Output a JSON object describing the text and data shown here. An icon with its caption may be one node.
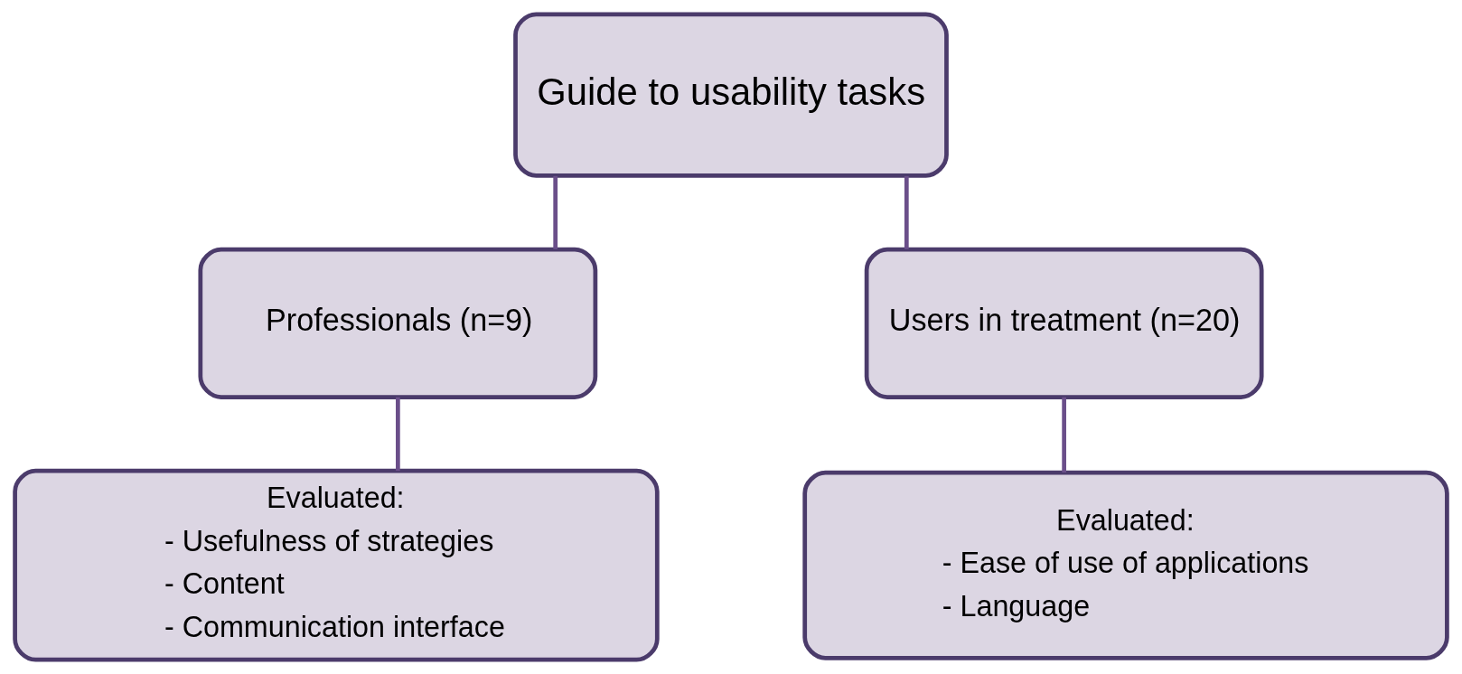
{
  "diagram": {
    "nodes": [
      {
        "text": [
          "Guide to usability tasks"
        ]
      },
      {
        "text": [
          "Professionals (n=9)"
        ]
      },
      {
        "text": [
          "Users in treatment (n=20)"
        ]
      },
      {
        "text": [
          "Evaluated:",
          "- Usefulness of strategies",
          "- Content",
          "- Communication interface"
        ]
      },
      {
        "text": [
          "Evaluated:",
          "- Ease of use of applications",
          "- Language"
        ]
      }
    ],
    "edges": [
      {
        "from": 0,
        "to": 1,
        "arrow": "none"
      },
      {
        "from": 0,
        "to": 2,
        "arrow": "none"
      },
      {
        "from": 1,
        "to": 3,
        "arrow": "none"
      },
      {
        "from": 2,
        "to": 4,
        "arrow": "none"
      }
    ]
  }
}
